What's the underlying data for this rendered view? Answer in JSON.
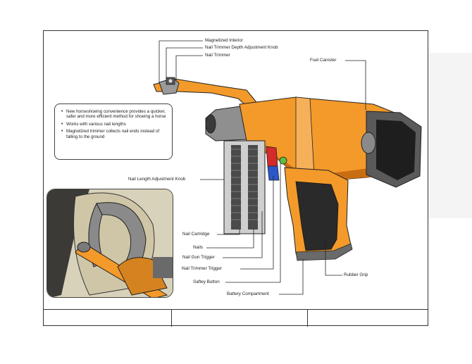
{
  "callouts": {
    "magnetized_interior": "Magnetized Interior",
    "depth_knob": "Nail Trimmer Depth Adjustment Knob",
    "nail_trimmer": "Nail Trimmer",
    "fuel_canister": "Fuel Canister",
    "length_knob": "Nail Length Adjustment Knob",
    "nail_cartridge": "Nail Cartridge",
    "nails": "Nails",
    "nail_gun_trigger": "Nail Gun Trigger",
    "nail_trimmer_trigger": "Nail Trimmer Trigger",
    "saftey_button": "Saftey Button",
    "battery_compartment": "Battery Compartment",
    "rubber_grip": "Rubber Grip"
  },
  "features": [
    "New horseshoeing convenience provides a quicker, safer and more efficient method for shoeing a horse",
    "Works with various nail lengths",
    "Magnetized trimmer collects nail ends instead of falling to the ground"
  ],
  "colors": {
    "body_orange": "#f39a2a",
    "body_shadow": "#c96d12",
    "metal_dark": "#3a3a3a",
    "metal_light": "#b9b9b9",
    "red_trigger": "#d42a2a",
    "blue_trigger": "#2b57c8",
    "green_button": "#5fbf3c"
  }
}
